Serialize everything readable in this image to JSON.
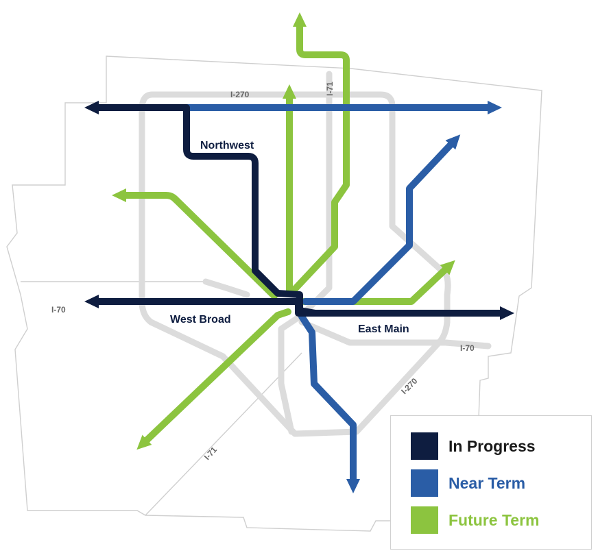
{
  "colors": {
    "in_progress": "#0e1d40",
    "near_term": "#2a5da6",
    "future_term": "#8cc43f",
    "highway": "#dcdcdc",
    "boundary": "#cfcfcf"
  },
  "highways": {
    "i270_north": "I-270",
    "i71_north": "I-71",
    "i70_west": "I-70",
    "i70_east": "I-70",
    "i270_southeast": "I-270",
    "i71_south": "I-71"
  },
  "corridors": {
    "northwest": "Northwest",
    "west_broad": "West Broad",
    "east_main": "East Main"
  },
  "legend": {
    "items": [
      {
        "label": "In Progress",
        "color_key": "in_progress"
      },
      {
        "label": "Near Term",
        "color_key": "near_term"
      },
      {
        "label": "Future Term",
        "color_key": "future_term"
      }
    ]
  }
}
